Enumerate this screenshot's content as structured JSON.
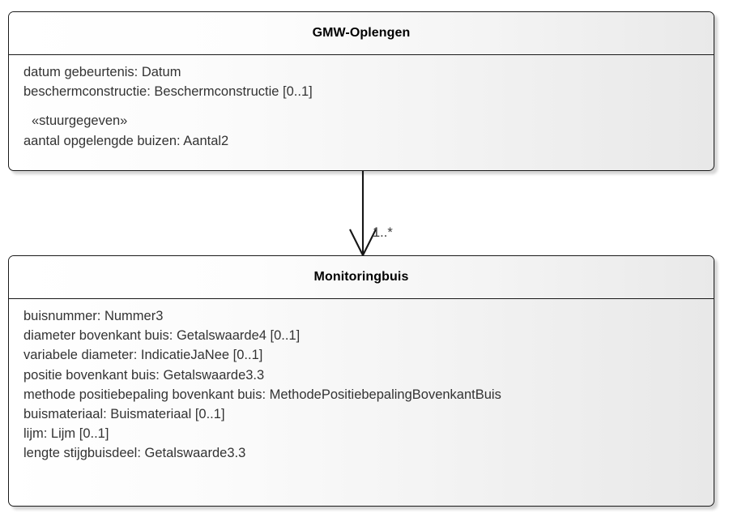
{
  "diagram": {
    "type": "uml-class-diagram",
    "background_color": "#ffffff",
    "classes": [
      {
        "name": "GMW-Oplengen",
        "attributes": [
          {
            "text": "datum gebeurtenis: Datum",
            "stereotype": false
          },
          {
            "text": "beschermconstructie: Beschermconstructie [0..1]",
            "stereotype": false
          },
          {
            "text": "«stuurgegeven»",
            "stereotype": true
          },
          {
            "text": "aantal opgelengde buizen: Aantal2",
            "stereotype": false
          }
        ]
      },
      {
        "name": "Monitoringbuis",
        "attributes": [
          {
            "text": "buisnummer: Nummer3",
            "stereotype": false
          },
          {
            "text": "diameter bovenkant buis: Getalswaarde4 [0..1]",
            "stereotype": false
          },
          {
            "text": "variabele diameter: IndicatieJaNee [0..1]",
            "stereotype": false
          },
          {
            "text": "positie bovenkant buis: Getalswaarde3.3",
            "stereotype": false
          },
          {
            "text": "methode positiebepaling bovenkant buis: MethodePositiebepalingBovenkantBuis",
            "stereotype": false
          },
          {
            "text": "buismateriaal: Buismateriaal [0..1]",
            "stereotype": false
          },
          {
            "text": "lijm: Lijm [0..1]",
            "stereotype": false
          },
          {
            "text": "lengte stijgbuisdeel: Getalswaarde3.3",
            "stereotype": false
          }
        ]
      }
    ],
    "connector": {
      "kind": "composition-navigable-association",
      "arrowhead": "open-v",
      "direction": "down",
      "source_class": "GMW-Oplengen",
      "target_class": "Monitoringbuis",
      "target_multiplicity": "1..*",
      "line_color": "#161616"
    }
  }
}
